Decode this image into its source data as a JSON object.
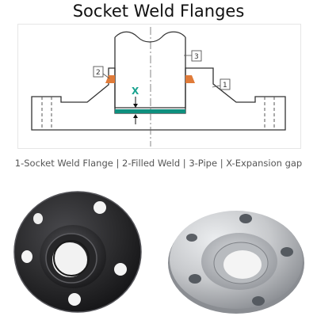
{
  "title": "Socket Weld Flanges",
  "diagram": {
    "callouts": [
      "1",
      "2",
      "3"
    ],
    "gap_label": "X",
    "colors": {
      "line": "#333333",
      "weld": "#e07b39",
      "gap": "#0e8f7e",
      "label_x": "#1aa38f",
      "frame": "#e6e6e6"
    }
  },
  "caption": "1-Socket Weld Flange | 2-Filled Weld | 3-Pipe | X-Expansion gap",
  "photos": {
    "black_flange_color": "#2a2a2c",
    "silver_flange_color": "#c7c9cc"
  }
}
